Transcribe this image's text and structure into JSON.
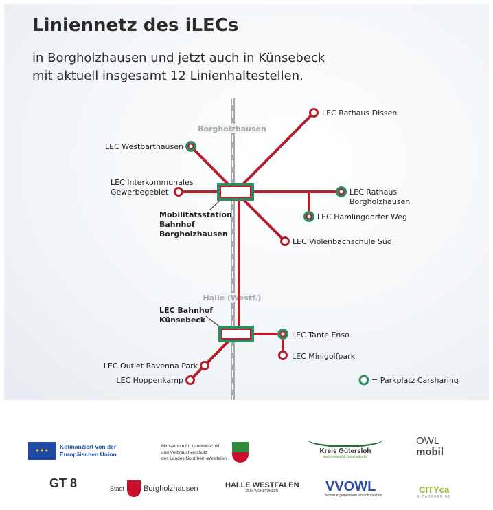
{
  "title": "Liniennetz des iLECs",
  "subtitle_lines": [
    "in Borgholzhausen und jetzt auch in Künsebeck",
    "mit aktuell insgesamt 12 Linienhaltestellen."
  ],
  "colors": {
    "line": "#b5202e",
    "carsharing": "#2e8b62",
    "rail": "#a8a8a8"
  },
  "towns": {
    "north": "Borgholzhausen",
    "south": "Halle (Westf.)"
  },
  "hubs": {
    "north": [
      "Mobilitätsstation",
      "Bahnhof",
      "Borgholzhausen"
    ],
    "south": [
      "LEC Bahnhof",
      "Künsebeck"
    ]
  },
  "stops": {
    "rathaus_dissen": "LEC Rathaus Dissen",
    "westbarthausen": "LEC Westbarthausen",
    "interkommunal": [
      "LEC Interkommunales",
      "Gewerbegebiet"
    ],
    "rathaus_borgholz": [
      "LEC Rathaus",
      "Borgholzhausen"
    ],
    "hamlingdorfer": "LEC Hamlingdorfer Weg",
    "violenbach": "LEC Violenbachschule Süd",
    "tante_enso": "LEC Tante Enso",
    "minigolf": "LEC Minigolfpark",
    "outlet": "LEC Outlet Ravenna Park",
    "hoppenkamp": "LEC Hoppenkamp"
  },
  "legend": "= Parkplatz Carsharing",
  "logos": {
    "eu": [
      "Kofinanziert von der",
      "Europäischen Union"
    ],
    "ministry": [
      "Ministerium für Landwirtschaft",
      "und Verbraucherschutz",
      "des Landes Nordrhein-Westfalen"
    ],
    "kreis": "Kreis Gütersloh",
    "kreis_tag": "weltgewandt & bodenständig",
    "owl": [
      "OWL",
      "mobil"
    ],
    "gt8": "GT 8",
    "stadt": "Stadt",
    "borgholz": "Borgholzhausen",
    "halle": "HALLE WESTFALEN",
    "halle_tag": "ZUM WOHLFÜHLEN",
    "vvowl": "VVOWL",
    "vvowl_tag": "Mobilität gemeinsam einfach machen",
    "cityca": "CITYca",
    "cityca_tag": "E-CARSHARING"
  }
}
